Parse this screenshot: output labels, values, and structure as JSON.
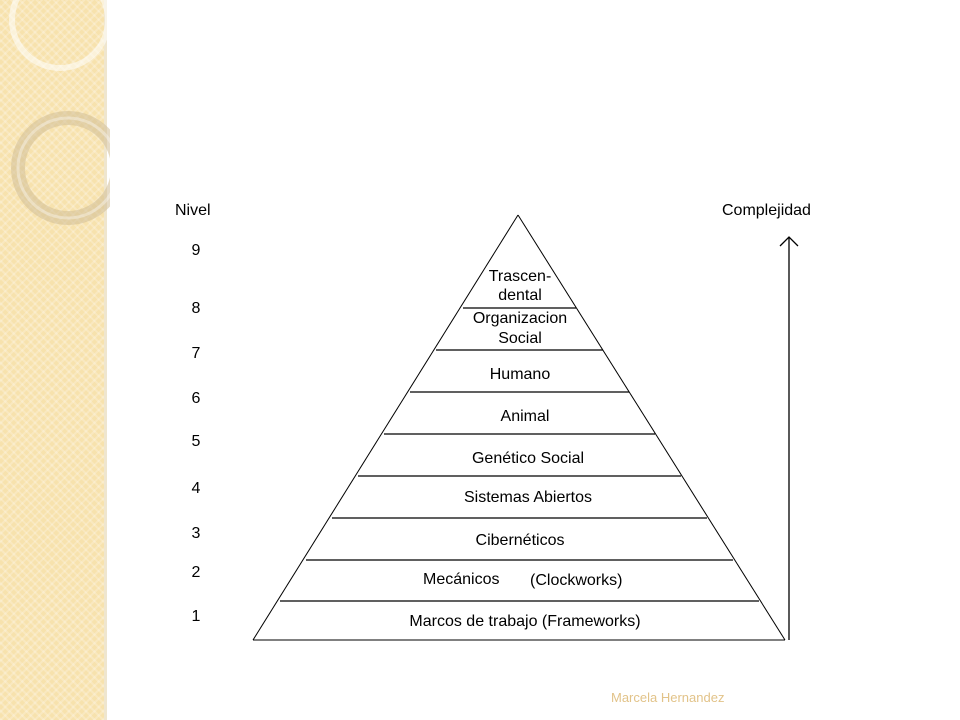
{
  "header": {
    "left": "Nivel",
    "right": "Complejidad"
  },
  "levels": [
    "9",
    "8",
    "7",
    "6",
    "5",
    "4",
    "3",
    "2",
    "1"
  ],
  "tiers": {
    "t9_line1": "Trascen-",
    "t9_line2": "dental",
    "t8_line1": "Organizacion",
    "t8_line2": "Social",
    "t7": "Humano",
    "t6": "Animal",
    "t5": "Genético Social",
    "t4": "Sistemas Abiertos",
    "t3": "Cibernéticos",
    "t2_a": "Mecánicos",
    "t2_b": "(Clockworks)",
    "t1": "Marcos de trabajo (Frameworks)"
  },
  "footer": {
    "author": "Marcela Hernandez"
  },
  "colors": {
    "panel": "#f7e2ad",
    "footer_text": "#e2c389",
    "lines": "#000000"
  }
}
